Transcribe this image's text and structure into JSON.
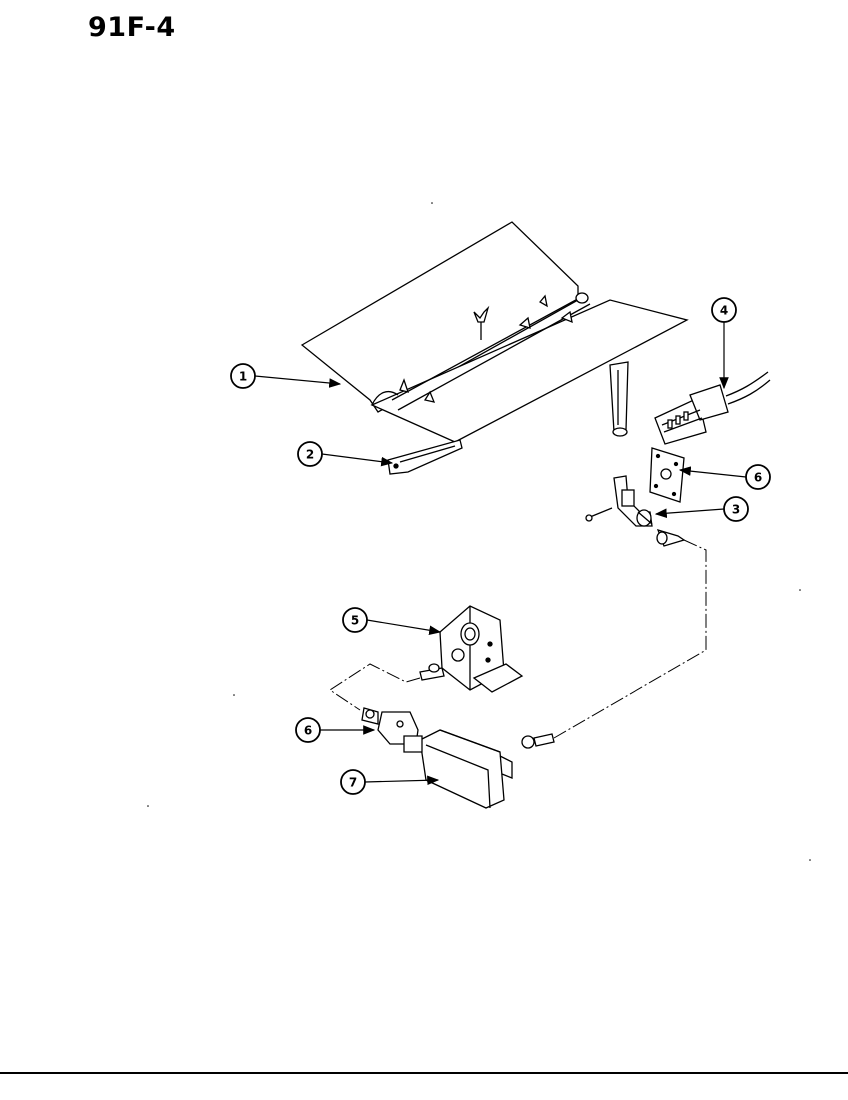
{
  "page_code": "91F-4",
  "callouts": [
    {
      "id": "c1",
      "label": "1"
    },
    {
      "id": "c2",
      "label": "2"
    },
    {
      "id": "c3",
      "label": "3"
    },
    {
      "id": "c4",
      "label": "4"
    },
    {
      "id": "c5",
      "label": "5"
    },
    {
      "id": "c6a",
      "label": "6"
    },
    {
      "id": "c6b",
      "label": "6"
    },
    {
      "id": "c7",
      "label": "7"
    }
  ]
}
